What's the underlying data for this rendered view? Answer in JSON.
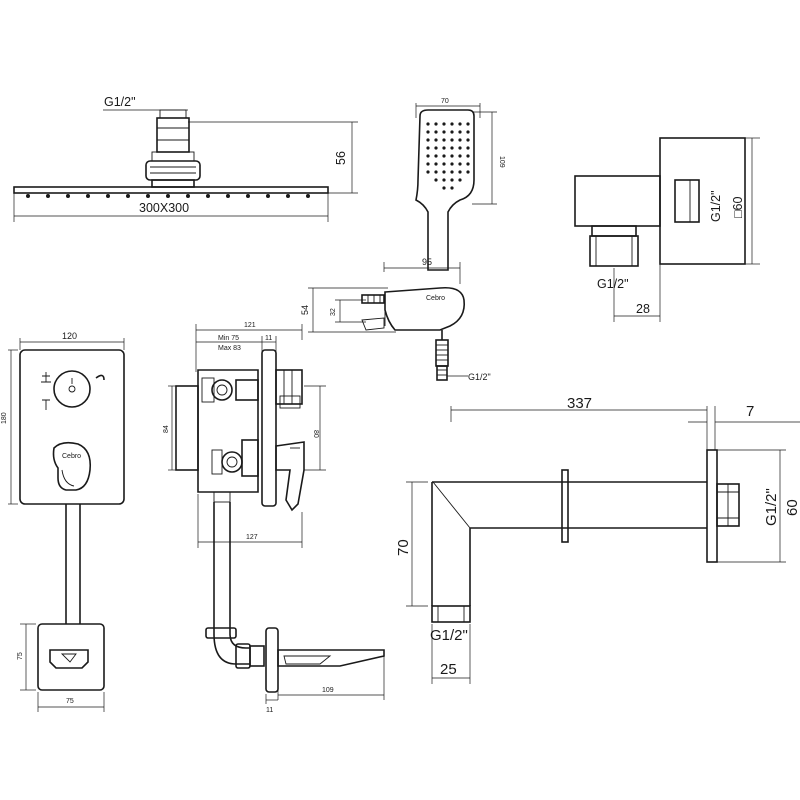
{
  "overhead_shower": {
    "thread": "G1/2\"",
    "height": "56",
    "size": "300X300"
  },
  "hand_shower": {
    "width": "70",
    "length": "109",
    "holder_reach": "95",
    "holder_height_outer": "54",
    "holder_height_inner": "32",
    "brand_mark": "Cebro",
    "hose_thread": "G1/2\""
  },
  "wall_outlet": {
    "thread_top": "G1/2\"",
    "size": "□60",
    "thread_bottom": "G1/2\"",
    "depth": "28"
  },
  "mixer_front": {
    "width": "120",
    "height": "180",
    "brand_mark": "Cebro"
  },
  "mixer_side": {
    "depth": "121",
    "min": "Min 75",
    "max": "Max 83",
    "plate": "11",
    "upper_height": "84",
    "lower_height": "80",
    "body_depth": "127"
  },
  "spout": {
    "size": "75",
    "height": "75",
    "reach": "109",
    "plate": "11"
  },
  "shower_arm": {
    "length": "337",
    "plate": "7",
    "drop": "70",
    "thread_end": "G1/2\"",
    "end_width": "25",
    "thread_wall": "G1/2\"",
    "flange": "60"
  }
}
